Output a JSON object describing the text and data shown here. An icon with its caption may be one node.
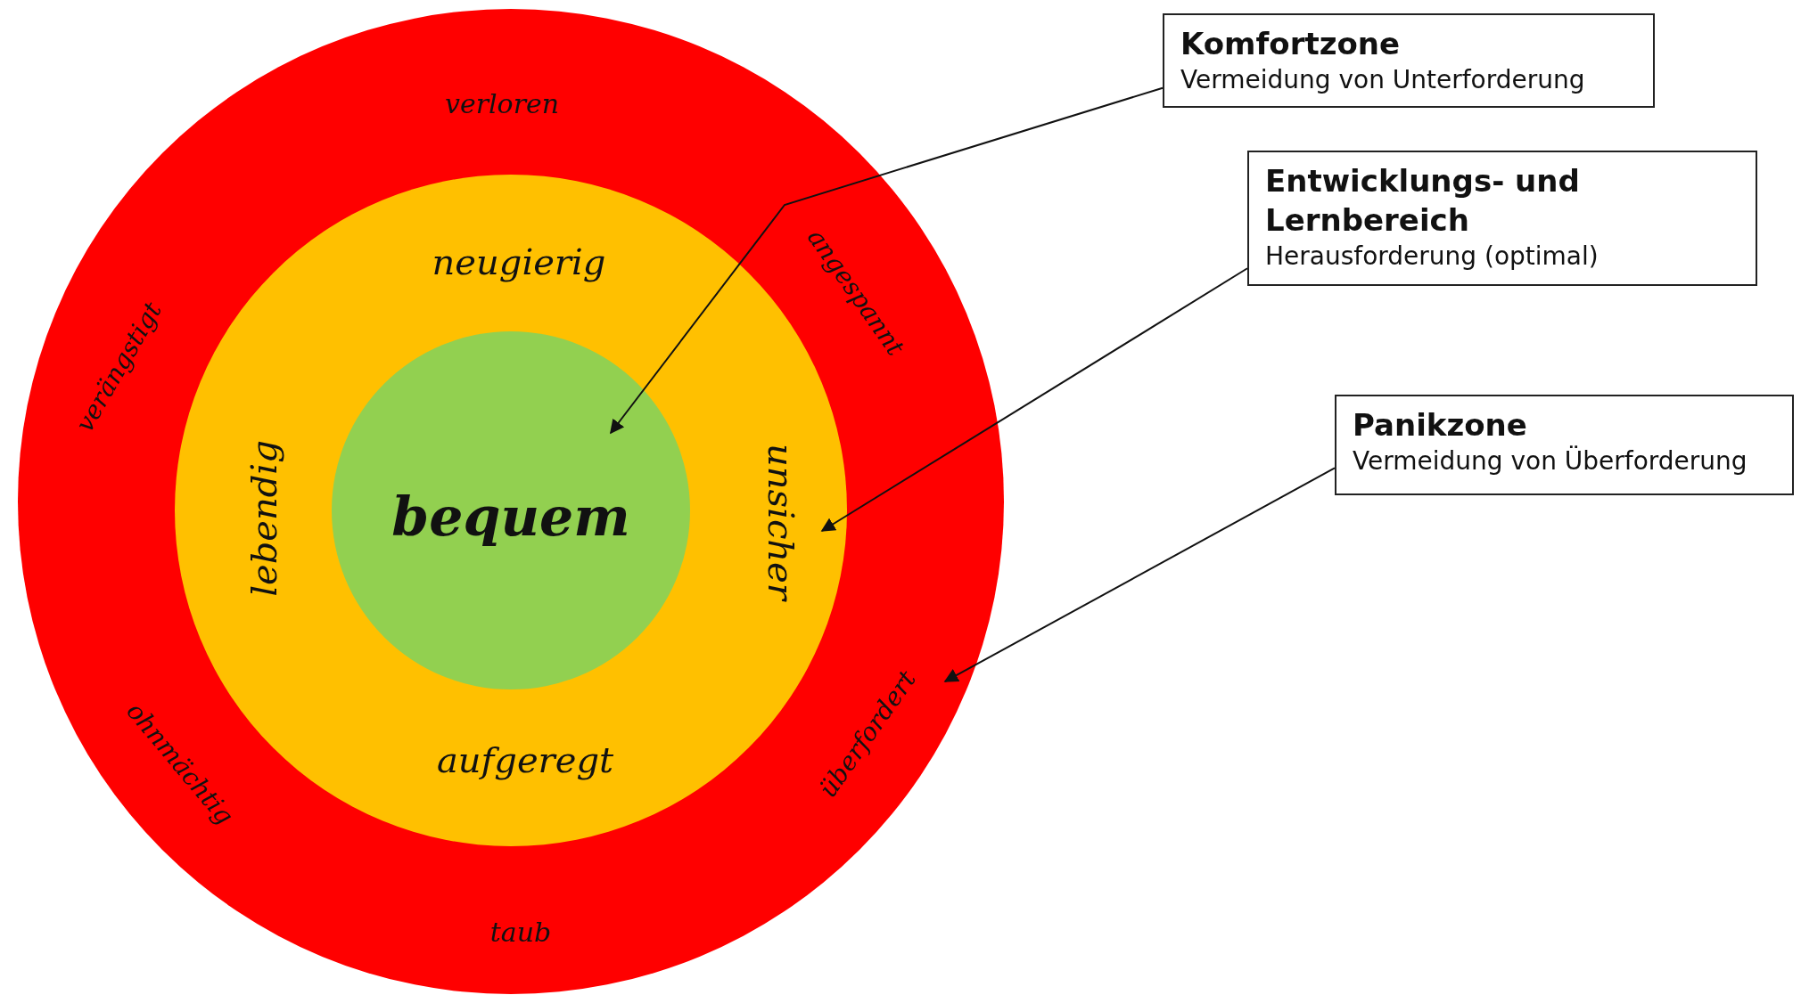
{
  "diagram": {
    "nodes": [
      {
        "text": [
          "verloren",
          "verängstigt",
          "angespannt",
          "ohnmächtig",
          "überfordert",
          "taub"
        ]
      },
      {
        "text": [
          "neugierig",
          "lebendig",
          "unsicher",
          "aufgeregt"
        ],
        "in": 0
      },
      {
        "text": [
          "bequem"
        ],
        "in": 1
      },
      {
        "text": [
          "Komfortzone",
          "Vermeidung von Unterforderung"
        ]
      },
      {
        "text": [
          "Entwicklungs- und Lernbereich",
          "Herausforderung (optimal)"
        ]
      },
      {
        "text": [
          "Panikzone",
          "Vermeidung von Überforderung"
        ]
      }
    ],
    "edges": [
      {
        "from": 3,
        "to": 2,
        "arrow": "to"
      },
      {
        "from": 4,
        "to": 1,
        "arrow": "to"
      },
      {
        "from": 5,
        "to": 0,
        "arrow": "to"
      }
    ]
  }
}
